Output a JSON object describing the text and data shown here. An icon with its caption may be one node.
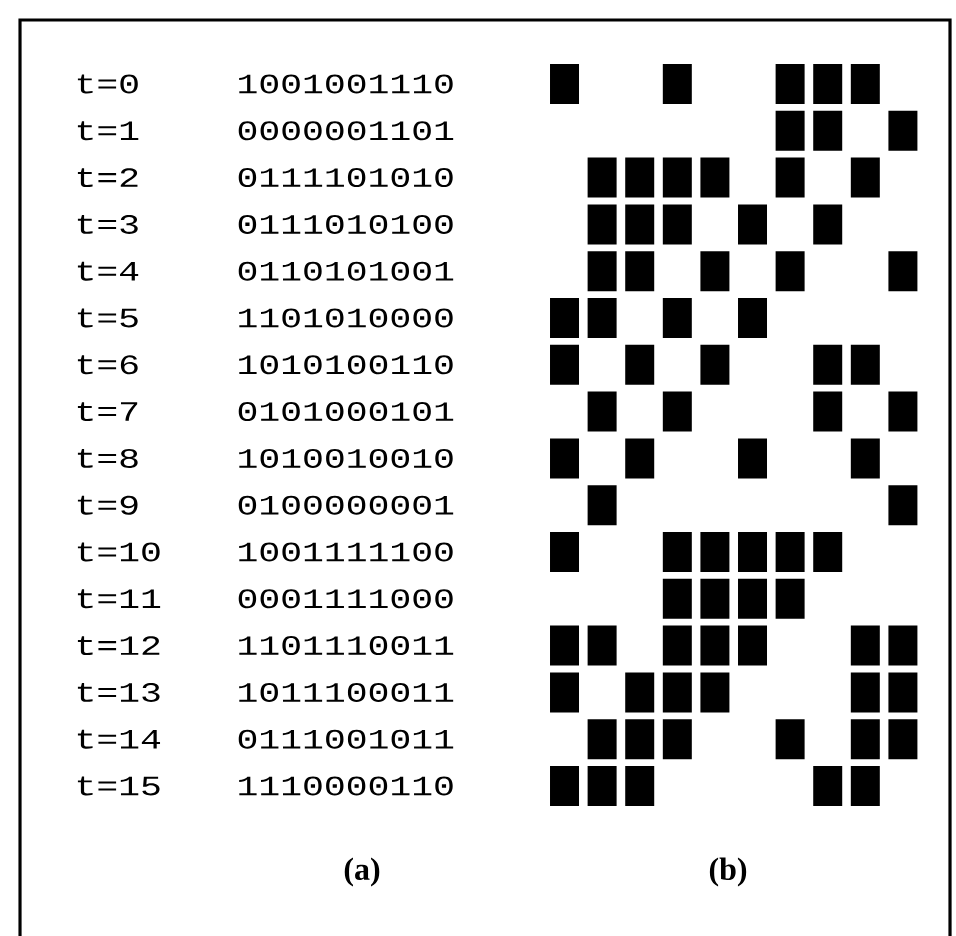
{
  "diagram": {
    "labels": [
      "t=0",
      "1001001110",
      "t=1",
      "0000001101",
      "t=2",
      "0111101010",
      "t=3",
      "0111010100",
      "t=4",
      "0110101001",
      "t=5",
      "1101010000",
      "t=6",
      "1010100110",
      "t=7",
      "0101000101",
      "t=8",
      "1010010010",
      "t=9",
      "0100000001",
      "t=10",
      "1001111100",
      "t=11",
      "0001111000",
      "t=12",
      "1101110011",
      "t=13",
      "1011100011",
      "t=14",
      "0111001011",
      "t=15",
      "1110000110",
      "(a)",
      "(b)"
    ]
  }
}
